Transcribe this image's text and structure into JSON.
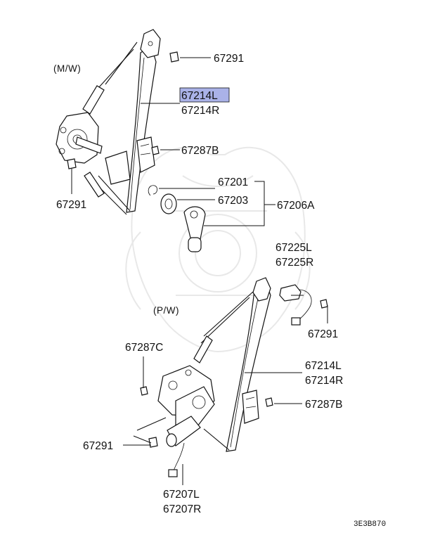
{
  "diagram": {
    "section_manual": "(M/W)",
    "section_power": "(P/W)",
    "code": "3E3B870",
    "highlight_color": "#aab2e8",
    "labels": {
      "p67291_top": "67291",
      "p67214L_top": "67214L",
      "p67214R_top": "67214R",
      "p67287B_top": "67287B",
      "p67291_left": "67291",
      "p67201": "67201",
      "p67203": "67203",
      "p67206A": "67206A",
      "p67225L": "67225L",
      "p67225R": "67225R",
      "p67291_right": "67291",
      "p67287C": "67287C",
      "p67214L_bottom": "67214L",
      "p67214R_bottom": "67214R",
      "p67287B_bottom": "67287B",
      "p67291_bottom": "67291",
      "p67207L": "67207L",
      "p67207R": "67207R"
    }
  }
}
